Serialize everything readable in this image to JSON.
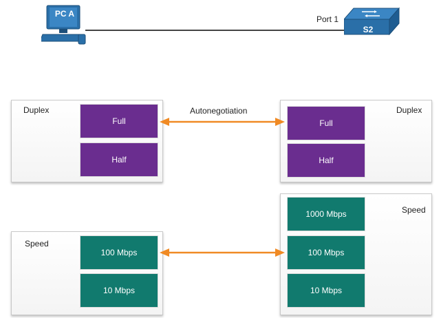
{
  "topology": {
    "pc_label": "PC A",
    "port_label": "Port 1",
    "switch_label": "S2"
  },
  "duplex": {
    "left_label": "Duplex",
    "right_label": "Duplex",
    "link_label": "Autonegotiation",
    "left_options": [
      "Full",
      "Half"
    ],
    "right_options": [
      "Full",
      "Half"
    ]
  },
  "speed": {
    "left_label": "Speed",
    "right_label": "Speed",
    "left_options": [
      "100 Mbps",
      "10 Mbps"
    ],
    "right_options": [
      "1000 Mbps",
      "100 Mbps",
      "10 Mbps"
    ]
  },
  "colors": {
    "duplex_option": "#6a2d8f",
    "speed_option": "#117a6e",
    "arrow": "#f08a24",
    "device": "#2a6fa8"
  },
  "icons": {
    "pc": "pc-icon",
    "switch": "switch-icon"
  }
}
